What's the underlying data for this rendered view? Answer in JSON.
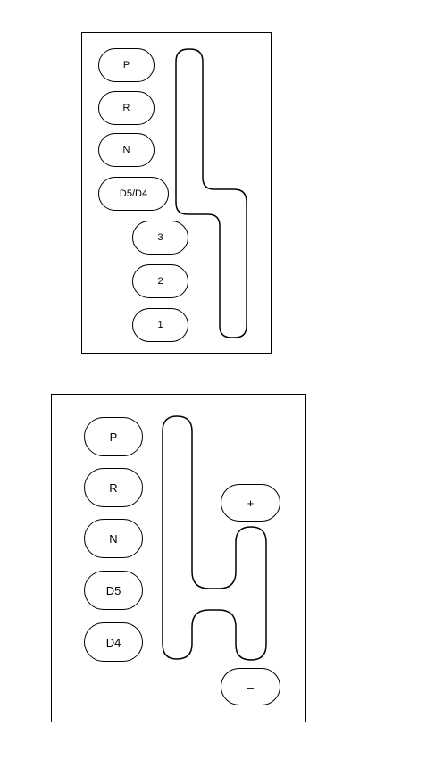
{
  "top_selector": {
    "positions": [
      {
        "label": "P"
      },
      {
        "label": "R"
      },
      {
        "label": "N"
      },
      {
        "label": "D5/D4"
      },
      {
        "label": "3"
      },
      {
        "label": "2"
      },
      {
        "label": "1"
      }
    ]
  },
  "bottom_selector": {
    "positions": [
      {
        "label": "P"
      },
      {
        "label": "R"
      },
      {
        "label": "N"
      },
      {
        "label": "D5"
      },
      {
        "label": "D4"
      }
    ],
    "shift_up": {
      "label": "+"
    },
    "shift_down": {
      "label": "–"
    }
  }
}
